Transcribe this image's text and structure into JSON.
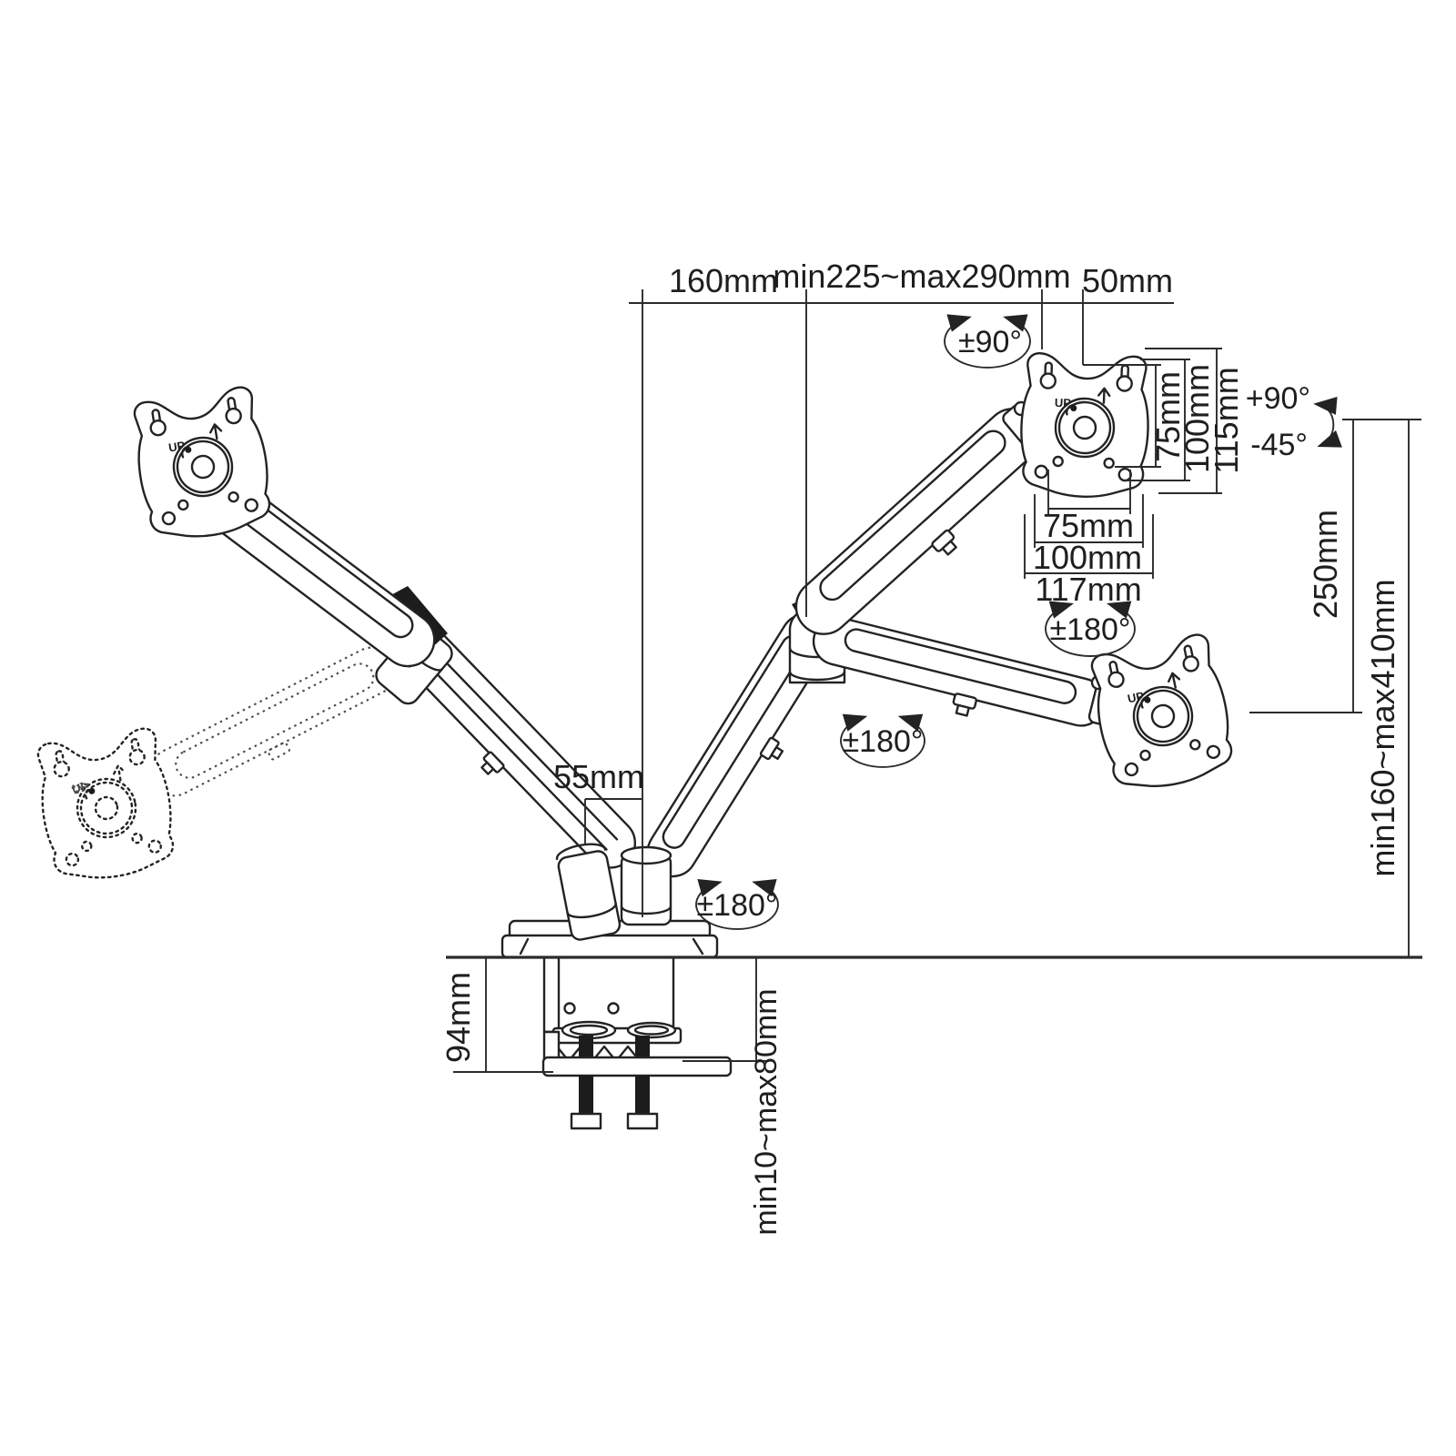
{
  "diagram": {
    "type": "technical-drawing-dual-monitor-desk-mount",
    "colors": {
      "ink": "#232323",
      "background": "#ffffff"
    },
    "labels": {
      "top": {
        "arm_reach": "160mm",
        "extension_range": "min225~max290mm",
        "vesa_offset": "50mm"
      },
      "vesa": {
        "up": "UP",
        "v75": "75mm",
        "v100": "100mm",
        "v115": "115mm",
        "h75": "75mm",
        "h100": "100mm",
        "plate_width": "117mm"
      },
      "angles": {
        "swivel_head": "±90°",
        "tilt_up": "+90°",
        "tilt_down": "-45°",
        "rotate_plate": "±180°",
        "rotate_arm": "±180°",
        "rotate_base": "±180°"
      },
      "right": {
        "arm_height": "250mm",
        "height_range": "min160~max410mm"
      },
      "base": {
        "pole_offset": "55mm",
        "clamp_height": "94mm",
        "desk_thickness": "min10~max80mm"
      }
    }
  }
}
